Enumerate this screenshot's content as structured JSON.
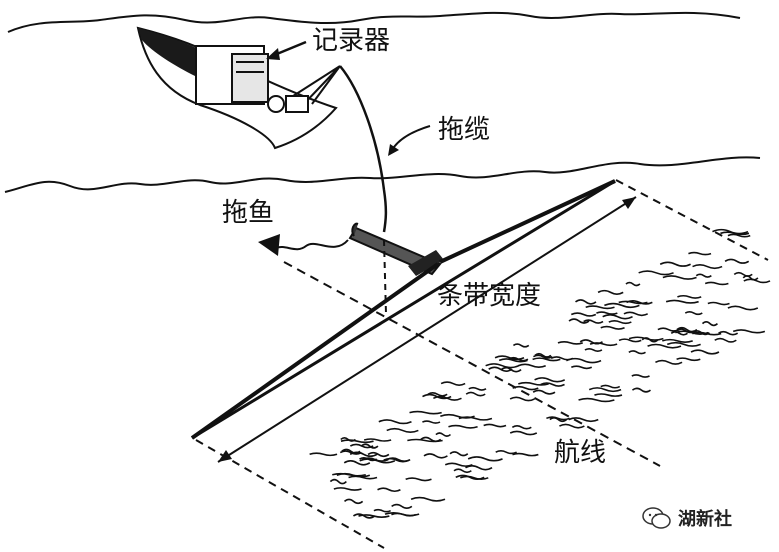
{
  "labels": {
    "recorder": "记录器",
    "tow_cable": "拖缆",
    "towfish": "拖鱼",
    "swath_width": "条带宽度",
    "track_line": "航线"
  },
  "watermark": {
    "text": "湖新社",
    "icon": "wechat-icon"
  },
  "colors": {
    "ink": "#111111",
    "hull": "#1a1a1a",
    "paper": "#ffffff"
  }
}
